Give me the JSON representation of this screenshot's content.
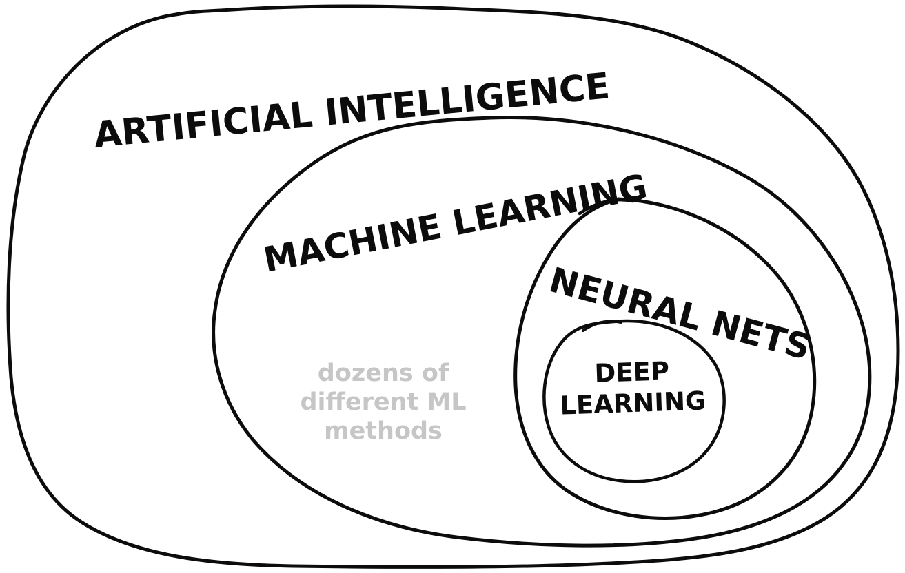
{
  "diagram": {
    "type": "nested-venn",
    "sets": [
      {
        "id": "artificial-intelligence",
        "label": "ARTIFICIAL INTELLIGENCE"
      },
      {
        "id": "machine-learning",
        "label": "MACHINE LEARNING"
      },
      {
        "id": "neural-nets",
        "label": "NEURAL NETS"
      },
      {
        "id": "deep-learning",
        "label": "DEEP LEARNING",
        "lines": [
          "DEEP",
          "LEARNING"
        ]
      }
    ],
    "annotation": {
      "text": "dozens of different ML methods",
      "lines": [
        "dozens of",
        "different ML",
        "methods"
      ]
    }
  },
  "colors": {
    "ink": "#0c0c0c",
    "background": "#ffffff",
    "annotation_text": "#c6c6c6"
  }
}
